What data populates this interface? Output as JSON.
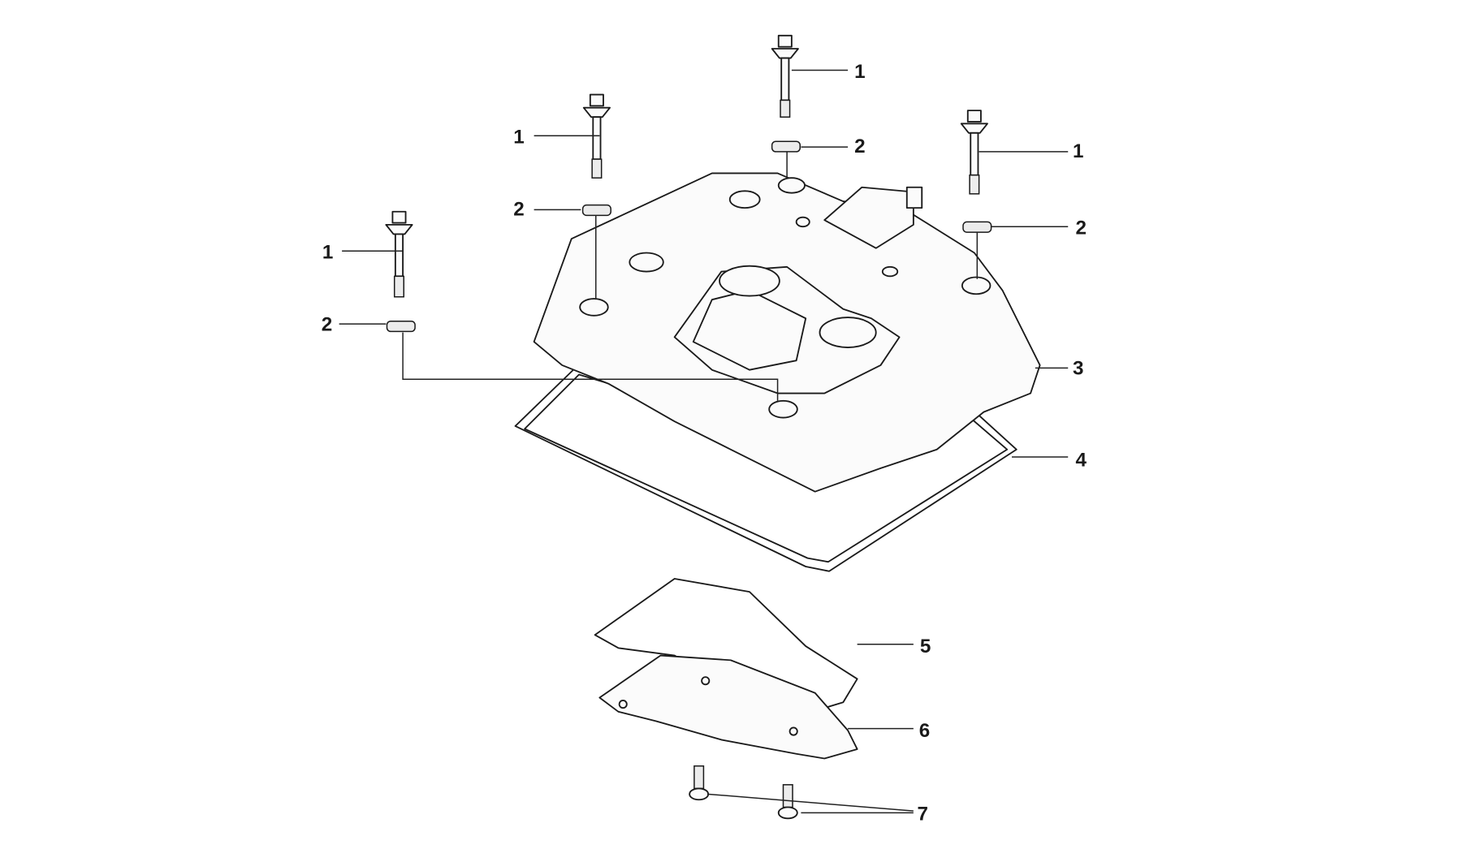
{
  "diagram": {
    "title": "Cylinder head cover exploded view",
    "callouts": {
      "bolt_a": "1",
      "bolt_b": "1",
      "bolt_c": "1",
      "bolt_d": "1",
      "washer_a": "2",
      "washer_b": "2",
      "washer_c": "2",
      "washer_d": "2",
      "head_cover": "3",
      "cover_gasket": "4",
      "inner_gasket": "5",
      "plate": "6",
      "screws": "7"
    }
  }
}
